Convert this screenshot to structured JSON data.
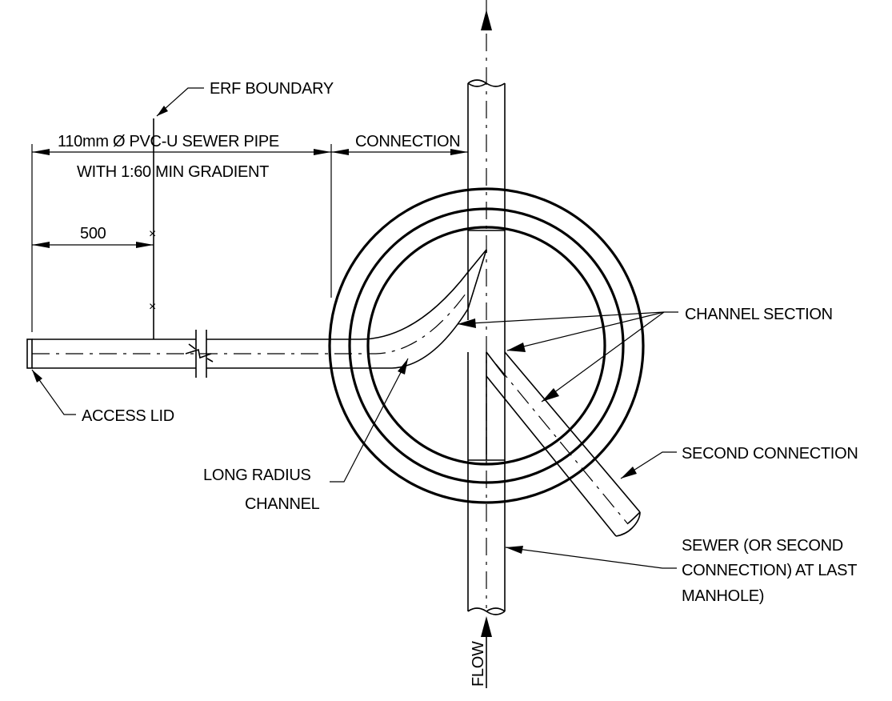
{
  "labels": {
    "erf_boundary": "ERF BOUNDARY",
    "pipe_line1": "110mm Ø PVC-U SEWER PIPE",
    "pipe_line2": "WITH 1:60 MIN GRADIENT",
    "connection": "CONNECTION",
    "dim_500": "500",
    "channel_section": "CHANNEL SECTION",
    "access_lid": "ACCESS LID",
    "long_radius_line1": "LONG RADIUS",
    "long_radius_line2": "CHANNEL",
    "second_connection": "SECOND CONNECTION",
    "sewer_line1": "SEWER (OR SECOND",
    "sewer_line2": "CONNECTION) AT LAST",
    "sewer_line3": "MANHOLE)",
    "flow": "FLOW"
  }
}
